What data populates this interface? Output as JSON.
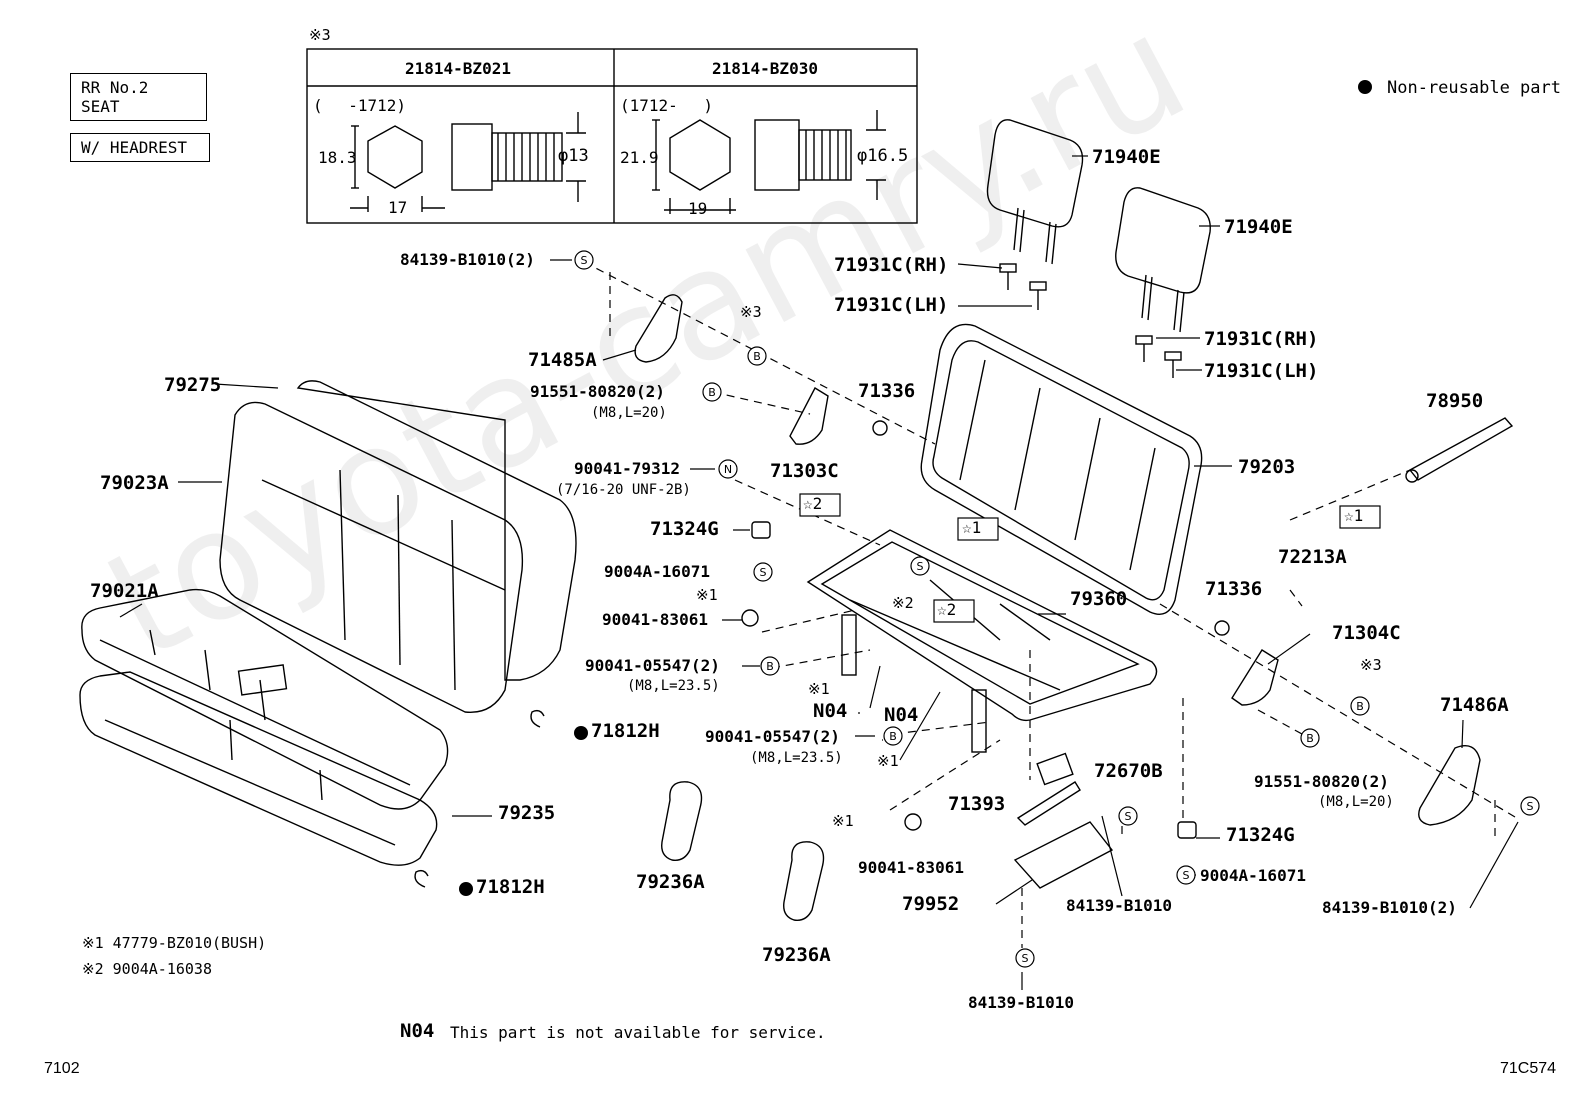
{
  "header": {
    "seat_label": "RR No.2 SEAT",
    "option_label": "W/ HEADREST",
    "legend_non_reusable": "Non-reusable part"
  },
  "table": {
    "ref_mark": "※3",
    "columns": [
      {
        "part": "21814-BZ021",
        "range": "(　 -1712)",
        "height": "18.3",
        "width": "17",
        "diameter": "φ13"
      },
      {
        "part": "21814-BZ030",
        "range": "(1712-　 )",
        "height": "21.9",
        "width": "19",
        "diameter": "φ16.5"
      }
    ]
  },
  "callouts": {
    "p84139_top": "84139-B1010(2)",
    "p71485A": "71485A",
    "ref3_top": "※3",
    "p91551_left": "91551-80820(2)",
    "p91551_left_sub": "(M8,L=20)",
    "p79275": "79275",
    "p79023A": "79023A",
    "p79021A": "79021A",
    "p90041_79312": "90041-79312",
    "p90041_79312_sub": "(7/16-20 UNF-2B)",
    "p71303C": "71303C",
    "star2_a": "☆2",
    "p71324G_left": "71324G",
    "p9004A_16071_left": "9004A-16071",
    "ref1_a": "※1",
    "p90041_83061_left": "90041-83061",
    "p90041_05547_top": "90041-05547(2)",
    "p90041_05547_top_sub": "(M8,L=23.5)",
    "ref1_b": "※1",
    "n04_a": "N04",
    "n04_b": "N04",
    "p90041_05547_bot": "90041-05547(2)",
    "p90041_05547_bot_sub": "(M8,L=23.5)",
    "ref1_c": "※1",
    "p71812H_a": "71812H",
    "p79235": "79235",
    "p71812H_b": "71812H",
    "p79236A_a": "79236A",
    "p79236A_b": "79236A",
    "ref1_d": "※1",
    "p90041_83061_bot": "90041-83061",
    "p79952": "79952",
    "p84139_mid": "84139-B1010",
    "p84139_bot": "84139-B1010",
    "p71393": "71393",
    "p72670B": "72670B",
    "p71324G_right": "71324G",
    "p9004A_16071_right": "9004A-16071",
    "p84139_right": "84139-B1010(2)",
    "p71940E_a": "71940E",
    "p71940E_b": "71940E",
    "p71931C_rh_a": "71931C(RH)",
    "p71931C_lh_a": "71931C(LH)",
    "p71931C_rh_b": "71931C(RH)",
    "p71931C_lh_b": "71931C(LH)",
    "p71336_a": "71336",
    "p79203": "79203",
    "p78950": "78950",
    "star1_a": "☆1",
    "star1_b": "☆1",
    "ref2_a": "※2",
    "star2_b": "☆2",
    "p79360": "79360",
    "p72213A": "72213A",
    "p71336_b": "71336",
    "p71304C": "71304C",
    "ref3_right": "※3",
    "p71486A": "71486A",
    "p91551_right": "91551-80820(2)",
    "p91551_right_sub": "(M8,L=20)"
  },
  "footnotes": {
    "ref1": "※1 47779-BZ010(BUSH)",
    "ref2": "※2 9004A-16038",
    "n04_code": "N04",
    "n04_text": "This part is not available for service."
  },
  "footer": {
    "left_code": "7102",
    "right_code": "71C574"
  },
  "watermark": "toyota-camry.ru"
}
